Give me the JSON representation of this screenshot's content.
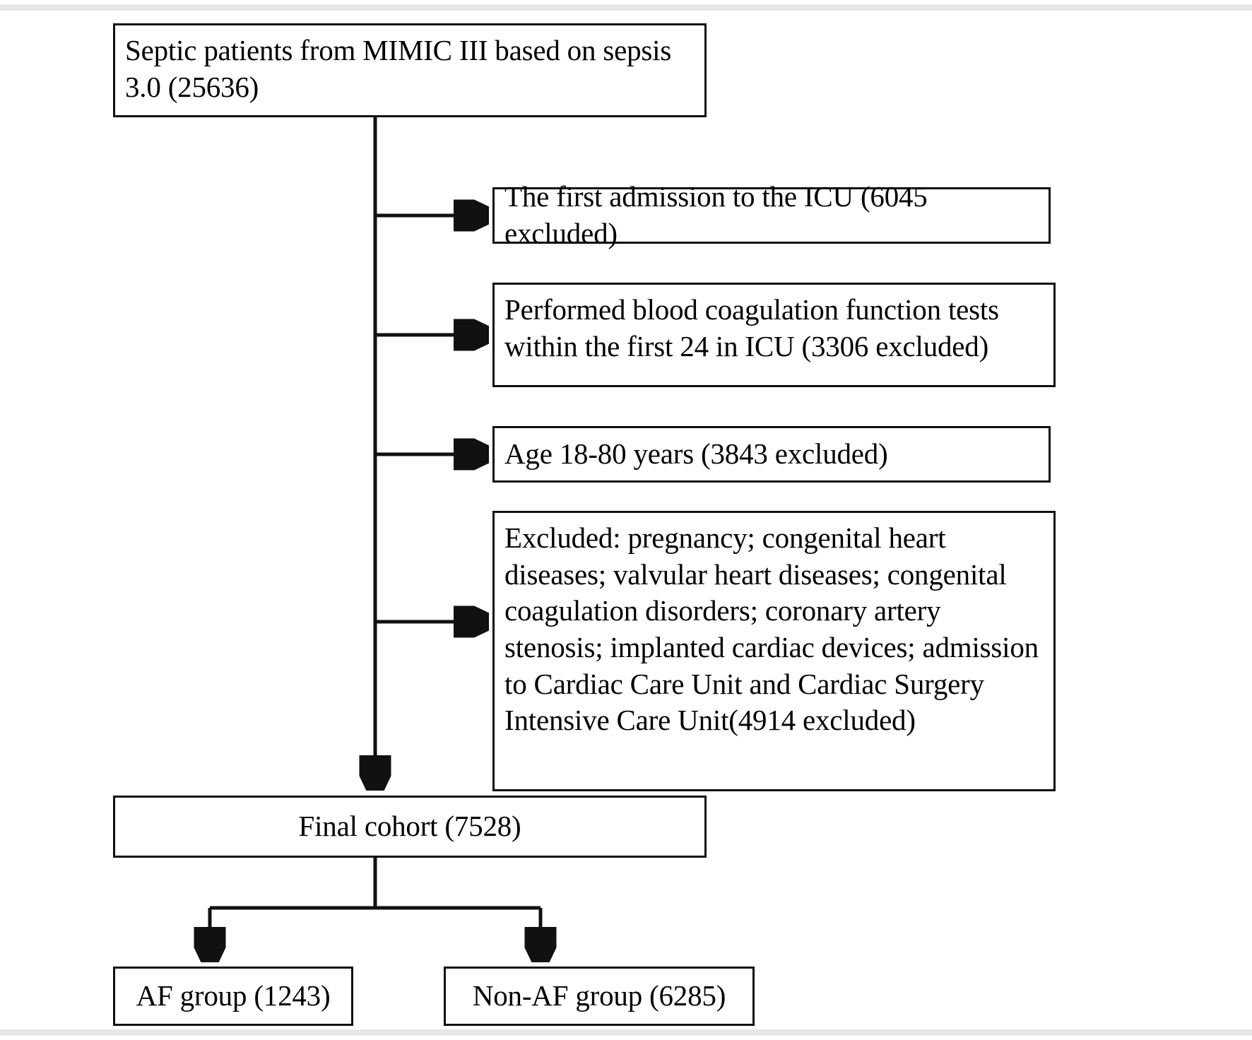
{
  "figure": {
    "type": "flowchart",
    "title": "Study cohort selection flow diagram",
    "background_color": "#ffffff",
    "line_color": "#111111",
    "band_color": "#e8e8ea"
  },
  "nodes": {
    "source": {
      "id": "source",
      "label": "Septic patients from MIMIC III based on sepsis 3.0 (25636)",
      "count": 25636
    },
    "icu": {
      "id": "icu",
      "label": "The first  admission to the ICU (6045 excluded)",
      "excluded": 6045
    },
    "coagulation": {
      "id": "coagulation",
      "label": " Performed blood coagulation function tests within the first 24 in ICU (3306 excluded)",
      "excluded": 3306
    },
    "age": {
      "id": "age",
      "label": "Age 18-80 years (3843 excluded)",
      "excluded": 3843
    },
    "excluded": {
      "id": "excluded",
      "label": "Excluded: pregnancy; congenital heart diseases; valvular heart diseases;  congenital coagulation disorders;  coronary artery stenosis; implanted cardiac devices; admission to Cardiac Care Unit and Cardiac Surgery Intensive Care Unit(4914 excluded)",
      "excluded": 4914
    },
    "final": {
      "id": "final",
      "label": "Final cohort (7528)",
      "count": 7528
    },
    "af_group": {
      "id": "af_group",
      "label": "AF group (1243)",
      "count": 1243
    },
    "non_af_group": {
      "id": "non_af_group",
      "label": "Non-AF group (6285)",
      "count": 6285
    }
  },
  "edges": [
    {
      "from": "source",
      "to": "icu",
      "style": "elbow-right-arrow"
    },
    {
      "from": "source",
      "to": "coagulation",
      "style": "elbow-right-arrow"
    },
    {
      "from": "source",
      "to": "age",
      "style": "elbow-right-arrow"
    },
    {
      "from": "source",
      "to": "excluded",
      "style": "elbow-right-arrow"
    },
    {
      "from": "source",
      "to": "final",
      "style": "straight-down-arrow"
    },
    {
      "from": "final",
      "to": "af_group",
      "style": "split-down-arrow"
    },
    {
      "from": "final",
      "to": "non_af_group",
      "style": "split-down-arrow"
    }
  ]
}
